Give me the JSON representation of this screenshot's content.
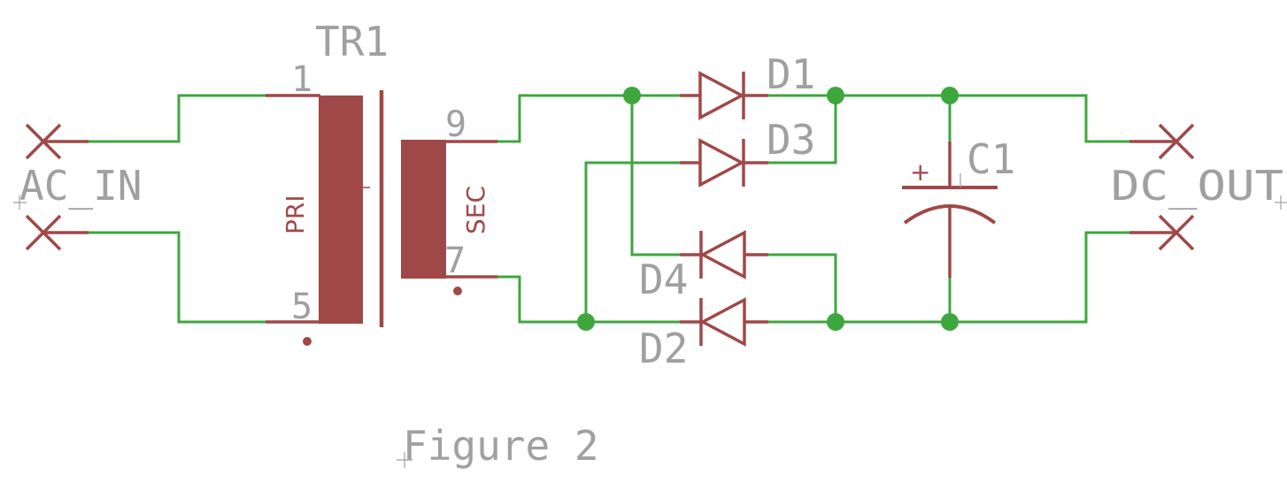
{
  "colors": {
    "wire": "#3da73d",
    "symbol": "#a04848",
    "label": "#a0a0a0"
  },
  "labels": {
    "transformer_name": "TR1",
    "pin_1": "1",
    "pin_5": "5",
    "pin_9": "9",
    "pin_7": "7",
    "primary": "PRI",
    "secondary": "SEC",
    "d1": "D1",
    "d2": "D2",
    "d3": "D3",
    "d4": "D4",
    "c1": "C1",
    "c1_plus": "+",
    "ac_in": "AC_IN",
    "dc_out": "DC_OUT",
    "figure": "Figure 2"
  },
  "icons": {
    "connector_marks": "x-cross-icon",
    "junctions": "dot-icon"
  }
}
